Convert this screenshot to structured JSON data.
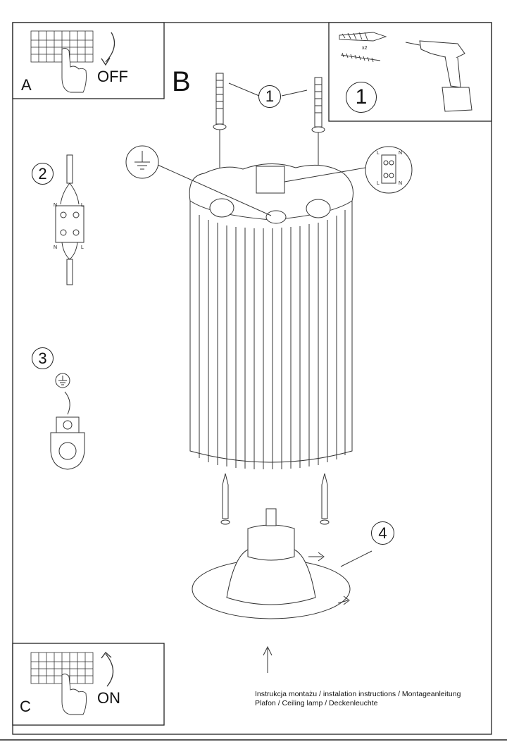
{
  "panels": {
    "a": {
      "letter": "A",
      "action": "OFF"
    },
    "c": {
      "letter": "C",
      "action": "ON"
    },
    "b": {
      "letter": "B"
    }
  },
  "steps": {
    "tools": "1",
    "screws": "1",
    "wiring": "2",
    "ground": "3",
    "base": "4"
  },
  "hardware": {
    "quantity": "x2"
  },
  "terminal": {
    "n": "N",
    "l": "L"
  },
  "footer": {
    "line1": "Instrukcja montażu / instalation instructions / Montageanleitung",
    "line2": "Plafon / Ceiling lamp / Deckenleuchte"
  }
}
